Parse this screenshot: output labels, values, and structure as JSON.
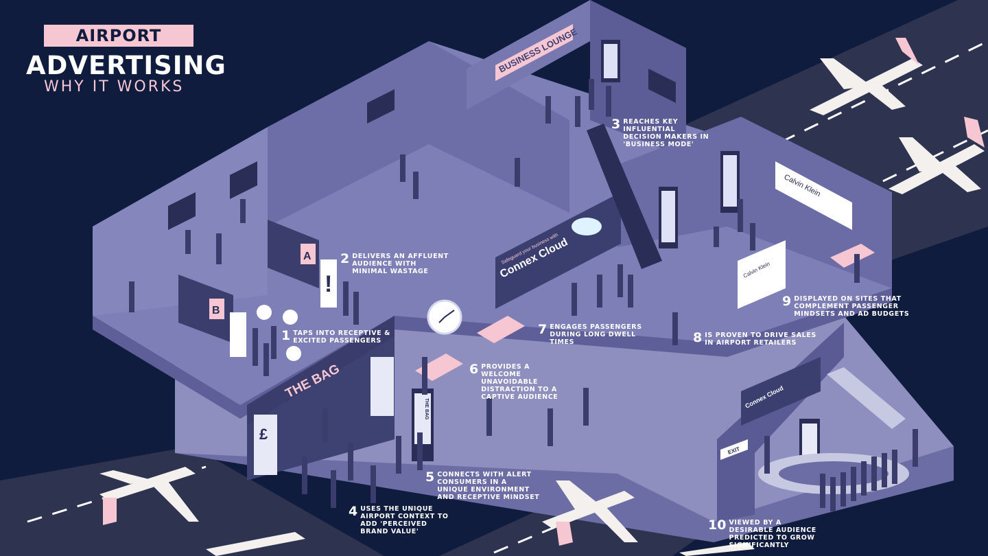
{
  "title": {
    "top": "AIRPORT",
    "main": "ADVERTISING",
    "sub": "WHY IT WORKS"
  },
  "callouts": [
    {
      "num": "1",
      "text": "TAPS INTO RECEPTIVE & EXCITED PASSENGERS"
    },
    {
      "num": "2",
      "text": "DELIVERS AN AFFLUENT AUDIENCE WITH MINIMAL WASTAGE"
    },
    {
      "num": "3",
      "text": "REACHES KEY INFLUENTIAL DECISION MAKERS IN 'BUSINESS MODE'"
    },
    {
      "num": "4",
      "text": "USES THE UNIQUE AIRPORT CONTEXT TO ADD 'PERCEIVED BRAND VALUE'"
    },
    {
      "num": "5",
      "text": "CONNECTS WITH ALERT CONSUMERS IN A UNIQUE ENVIRONMENT AND RECEPTIVE MINDSET"
    },
    {
      "num": "6",
      "text": "PROVIDES A WELCOME UNAVOIDABLE DISTRACTION TO A CAPTIVE AUDIENCE"
    },
    {
      "num": "7",
      "text": "ENGAGES PASSENGERS DURING LONG DWELL TIMES"
    },
    {
      "num": "8",
      "text": "IS PROVEN TO DRIVE SALES IN AIRPORT RETAILERS"
    },
    {
      "num": "9",
      "text": "DISPLAYED ON SITES THAT COMPLEMENT PASSENGER MINDSETS AND AD BUDGETS"
    },
    {
      "num": "10",
      "text": "VIEWED BY A DESIRABLE AUDIENCE PREDICTED TO GROW SIGNIFICANTLY"
    }
  ],
  "signs": {
    "business_lounge": "BUSINESS LOUNGE",
    "the_bag_store": "THE BAG",
    "the_bag_screen": "THE BAG",
    "gate_a": "A",
    "gate_b": "B",
    "exit": "EXIT",
    "calvin_klein_1": "Calvin Klein",
    "calvin_klein_2": "Calvin Klein",
    "pound": "£",
    "connex_tagline": "Safeguard your business with",
    "connex_name": "Connex Cloud",
    "connex_small": "Connex Cloud"
  },
  "colors": {
    "background": "#0f1c3d",
    "pink": "#f6c6d2",
    "floor": "#8e8fbf",
    "wall_light": "#7c7db1",
    "wall_dark": "#5e5f98",
    "runway": "#2e3350",
    "white": "#ffffff"
  }
}
